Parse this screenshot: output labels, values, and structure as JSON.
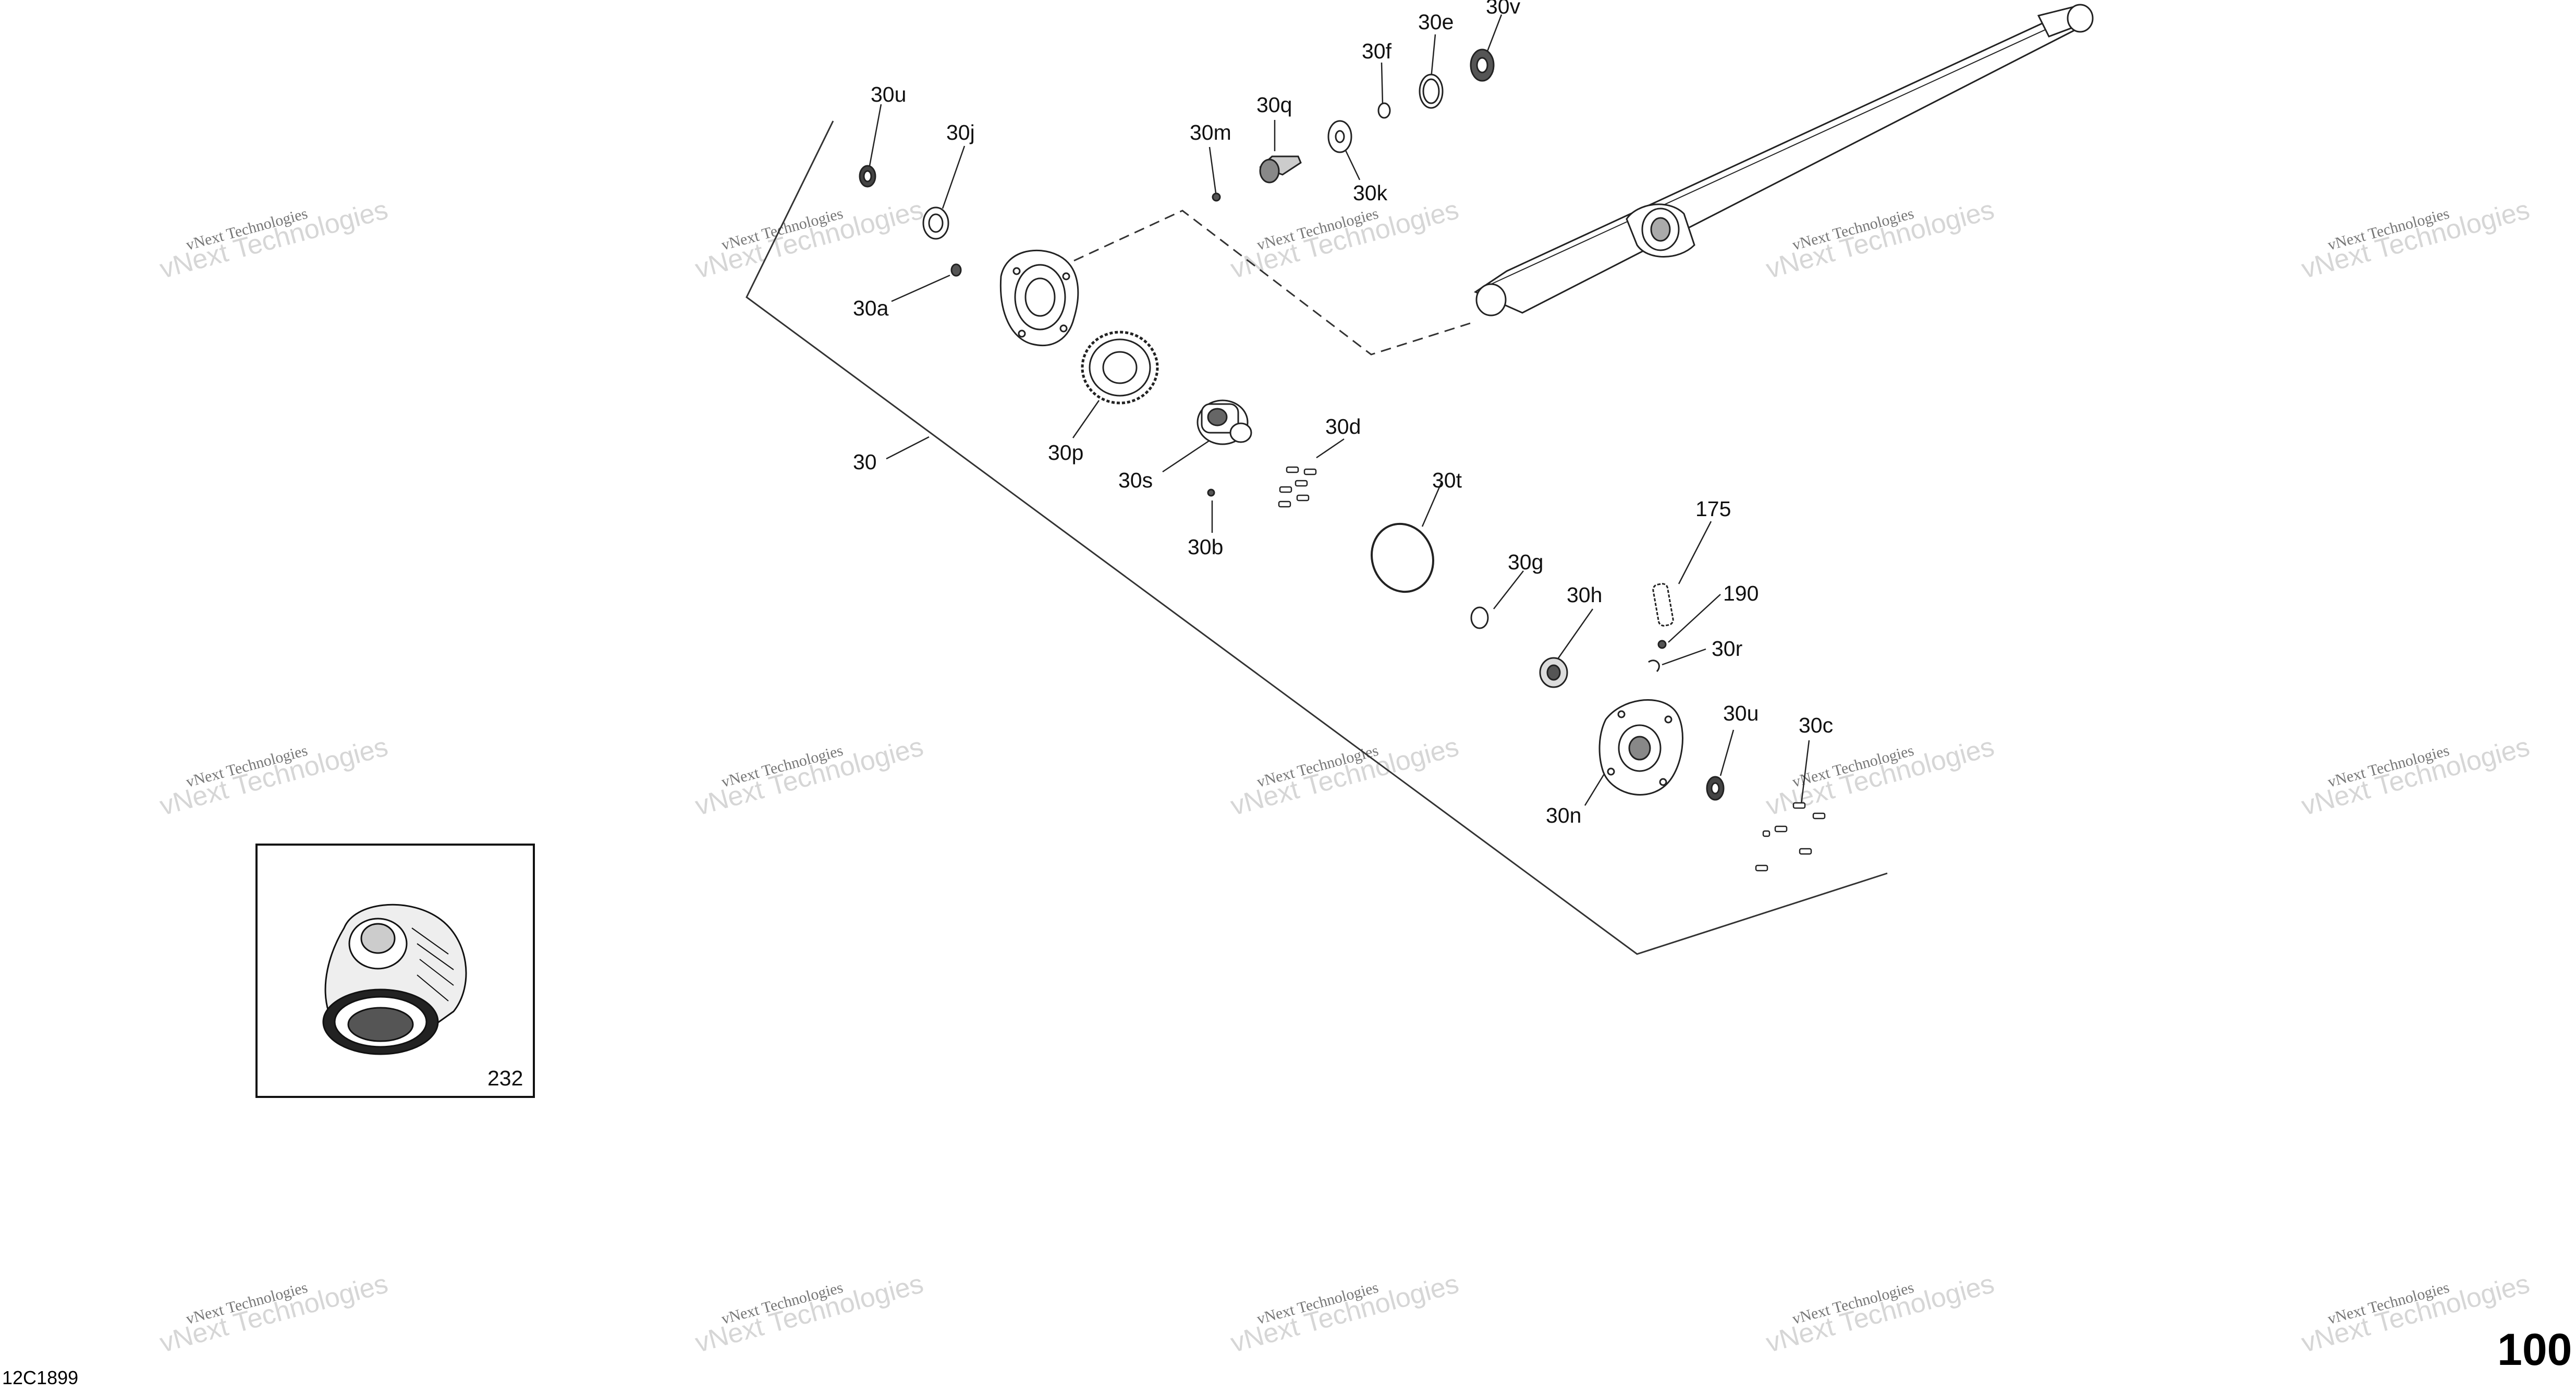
{
  "diagram": {
    "labels": [
      {
        "id": "30u_a",
        "text": "30u"
      },
      {
        "id": "30j",
        "text": "30j"
      },
      {
        "id": "30a",
        "text": "30a"
      },
      {
        "id": "30",
        "text": "30"
      },
      {
        "id": "30m",
        "text": "30m"
      },
      {
        "id": "30q",
        "text": "30q"
      },
      {
        "id": "30k",
        "text": "30k"
      },
      {
        "id": "30f",
        "text": "30f"
      },
      {
        "id": "30e",
        "text": "30e"
      },
      {
        "id": "30v",
        "text": "30v"
      },
      {
        "id": "30p",
        "text": "30p"
      },
      {
        "id": "30s",
        "text": "30s"
      },
      {
        "id": "30d",
        "text": "30d"
      },
      {
        "id": "30b",
        "text": "30b"
      },
      {
        "id": "30t",
        "text": "30t"
      },
      {
        "id": "30g",
        "text": "30g"
      },
      {
        "id": "175",
        "text": "175"
      },
      {
        "id": "190",
        "text": "190"
      },
      {
        "id": "30h",
        "text": "30h"
      },
      {
        "id": "30r",
        "text": "30r"
      },
      {
        "id": "30u_b",
        "text": "30u"
      },
      {
        "id": "30c",
        "text": "30c"
      },
      {
        "id": "30n",
        "text": "30n"
      },
      {
        "id": "232",
        "text": "232"
      }
    ],
    "watermark": {
      "line1": "vNext Technologies",
      "line2": "vNext Technologies"
    },
    "page_number": "100",
    "drawing_code": "12C1899"
  }
}
